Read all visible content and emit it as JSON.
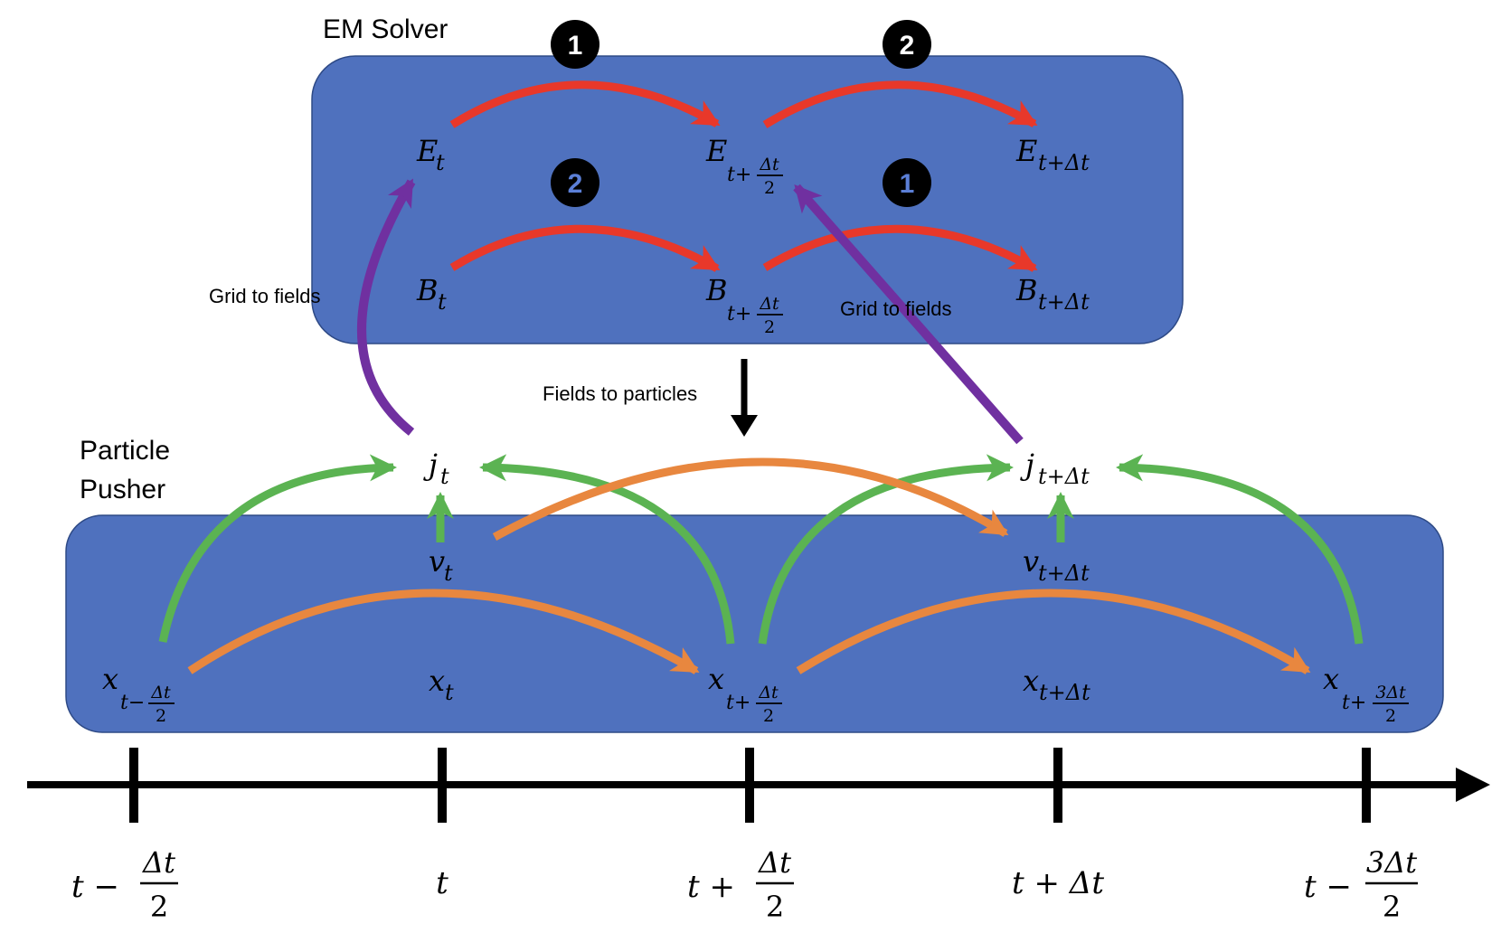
{
  "em_solver": {
    "title": "EM Solver",
    "color": "#4F71BE",
    "fields": {
      "e_sym": "E",
      "e_t_sub": "t",
      "e_half_sym": "E",
      "e_half_sub": "t+",
      "e_half_num": "Δt",
      "e_half_den": "2",
      "e_full_sym": "E",
      "e_full_sub": "t+Δt",
      "b_sym": "B",
      "b_t_sub": "t",
      "b_half_sym": "B",
      "b_half_sub": "t+",
      "b_half_num": "Δt",
      "b_half_den": "2",
      "b_full_sym": "B",
      "b_full_sub": "t+Δt"
    },
    "badges": {
      "top_left": "1",
      "top_right": "2",
      "mid_left": "2",
      "mid_right": "1"
    },
    "badge_colors": {
      "top_left": "#ffffff",
      "top_right": "#ffffff",
      "mid_left": "#5B7FD6",
      "mid_right": "#5B7FD6"
    },
    "update_arrow_color": "#E8382A"
  },
  "particle_pusher": {
    "title_line1": "Particle",
    "title_line2": "Pusher",
    "color": "#4F71BE",
    "quantities": {
      "j_sym": "j",
      "j_t_sub": "t",
      "j_full_sym": "j",
      "j_full_sub": "t+Δt",
      "v_sym": "v",
      "v_t_sub": "t",
      "v_full_sym": "v",
      "v_full_sub": "t+Δt",
      "x_m_sym": "x",
      "x_m_sub": "t−",
      "x_m_num": "Δt",
      "x_m_den": "2",
      "x_t_sym": "x",
      "x_t_sub": "t",
      "x_h_sym": "x",
      "x_h_sub": "t+",
      "x_h_num": "Δt",
      "x_h_den": "2",
      "x_f_sym": "x",
      "x_f_sub": "t+Δt",
      "x_3h_sym": "x",
      "x_3h_sub": "t+",
      "x_3h_num": "3Δt",
      "x_3h_den": "2"
    },
    "current_arrow_color": "#5BB352",
    "push_arrow_color": "#E8873F"
  },
  "couplings": {
    "grid_to_fields_left": "Grid to fields",
    "grid_to_fields_right": "Grid to fields",
    "fields_to_particles": "Fields to particles",
    "grid_arrow_color": "#7030A0"
  },
  "timeline": {
    "ticks": [
      {
        "pre": "t −",
        "num": "Δt",
        "den": "2"
      },
      {
        "plain": "t"
      },
      {
        "pre": "t +",
        "num": "Δt",
        "den": "2"
      },
      {
        "plain": "t + Δt"
      },
      {
        "pre": "t −",
        "num": "3Δt",
        "den": "2"
      }
    ]
  }
}
